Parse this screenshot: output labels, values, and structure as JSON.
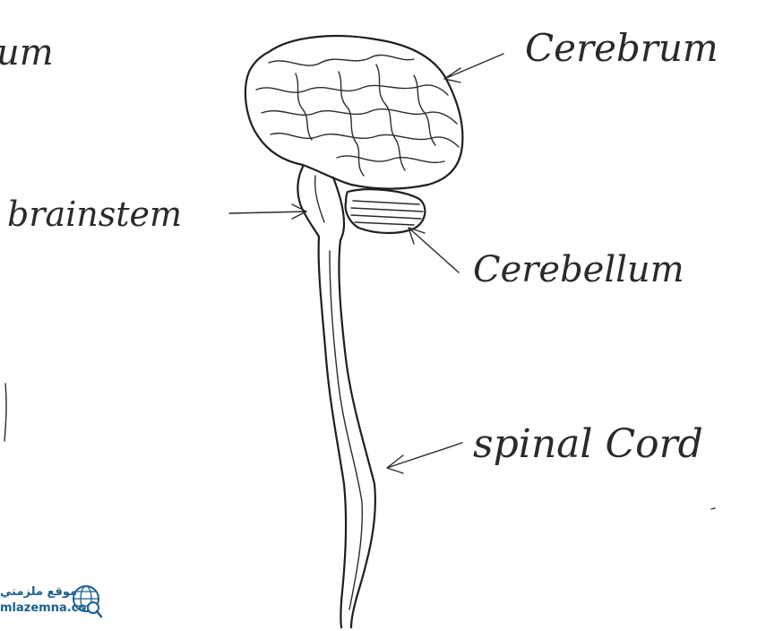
{
  "partial_left_label": "um",
  "labels": {
    "cerebrum": "Cerebrum",
    "brainstem": "brainstem",
    "cerebellum": "Cerebellum",
    "spinal_cord": "spinal Cord"
  },
  "watermark": {
    "line1": "موقع ملزمتي",
    "line2": "mlazemna.com"
  },
  "colors": {
    "ink": "#1f1f1f",
    "watermark": "#1c5f8f"
  }
}
